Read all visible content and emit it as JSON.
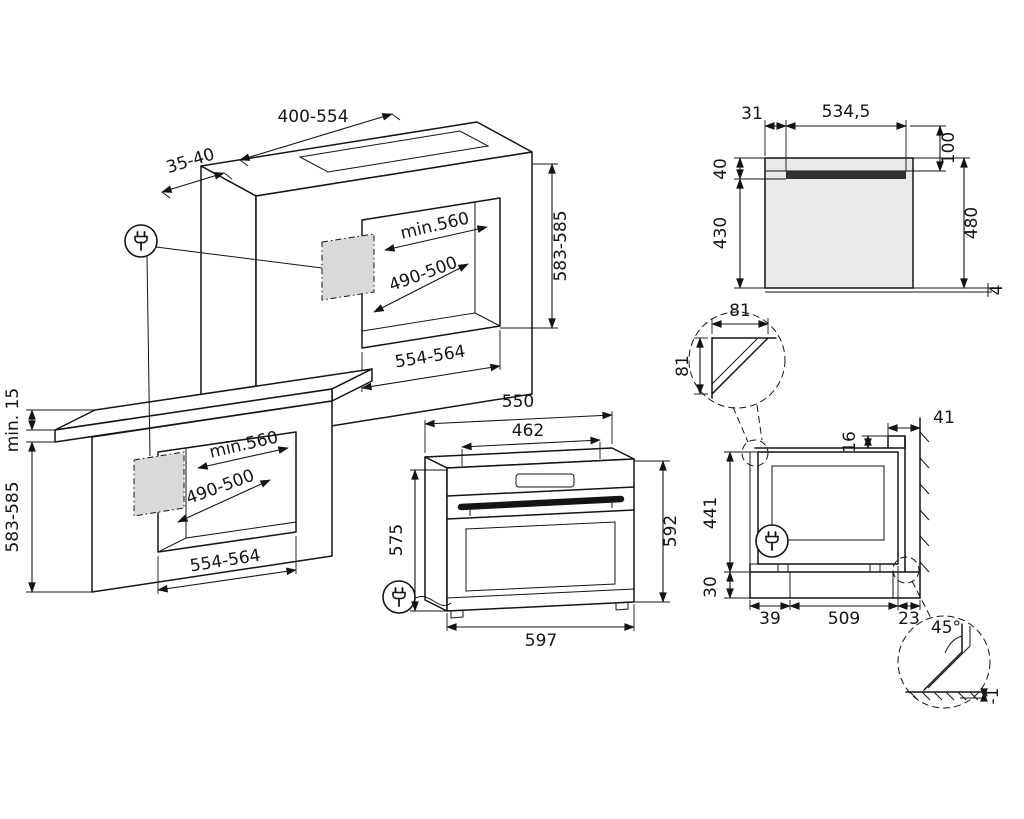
{
  "diagram": {
    "kind": "built-in oven installation dimensions",
    "units": "mm"
  },
  "colors": {
    "line": "#141414",
    "shade": "#d9d9d9",
    "panel": "#e9e9e9",
    "rail": "#303030"
  },
  "views": {
    "column_niche": {
      "label": "tall-cabinet-niche-isometric",
      "dims": {
        "top_cutout_width": "400-554",
        "top_front_strip": "35-40",
        "side_height": "583-585",
        "depth": "min.560",
        "rear_height": "490-500",
        "width": "554-564"
      }
    },
    "base_niche": {
      "label": "under-counter-niche-isometric",
      "dims": {
        "worktop_clearance": "min. 15",
        "side_height": "583-585",
        "depth": "min.560",
        "rear_height": "490-500",
        "width": "554-564"
      }
    },
    "oven": {
      "label": "oven-front-isometric",
      "dims": {
        "top_width": "550",
        "inner_width": "462",
        "body_height": "575",
        "total_height": "592",
        "total_width": "597"
      }
    },
    "rear_panel": {
      "label": "niche-rear-front-view",
      "dims": {
        "offset_left": "31",
        "rail_length": "534,5",
        "top_distance": "100",
        "top_margin": "40",
        "lower_height": "430",
        "total_height": "480",
        "bottom_gap": "4"
      }
    },
    "corner_detail": {
      "label": "corner-chamfer-detail",
      "dims": {
        "width": "81",
        "height": "81"
      }
    },
    "side_section": {
      "label": "cabinet-side-section",
      "dims": {
        "rail_height": "16",
        "wall_offset": "41",
        "inner_height": "441",
        "plinth_height": "30",
        "front_gap": "39",
        "depth": "509",
        "rear_gap": "23"
      }
    },
    "floor_detail": {
      "label": "rear-bottom-edge-detail",
      "dims": {
        "angle": "45°",
        "recess": "-1"
      }
    }
  },
  "icons": {
    "power": "power-plug"
  }
}
